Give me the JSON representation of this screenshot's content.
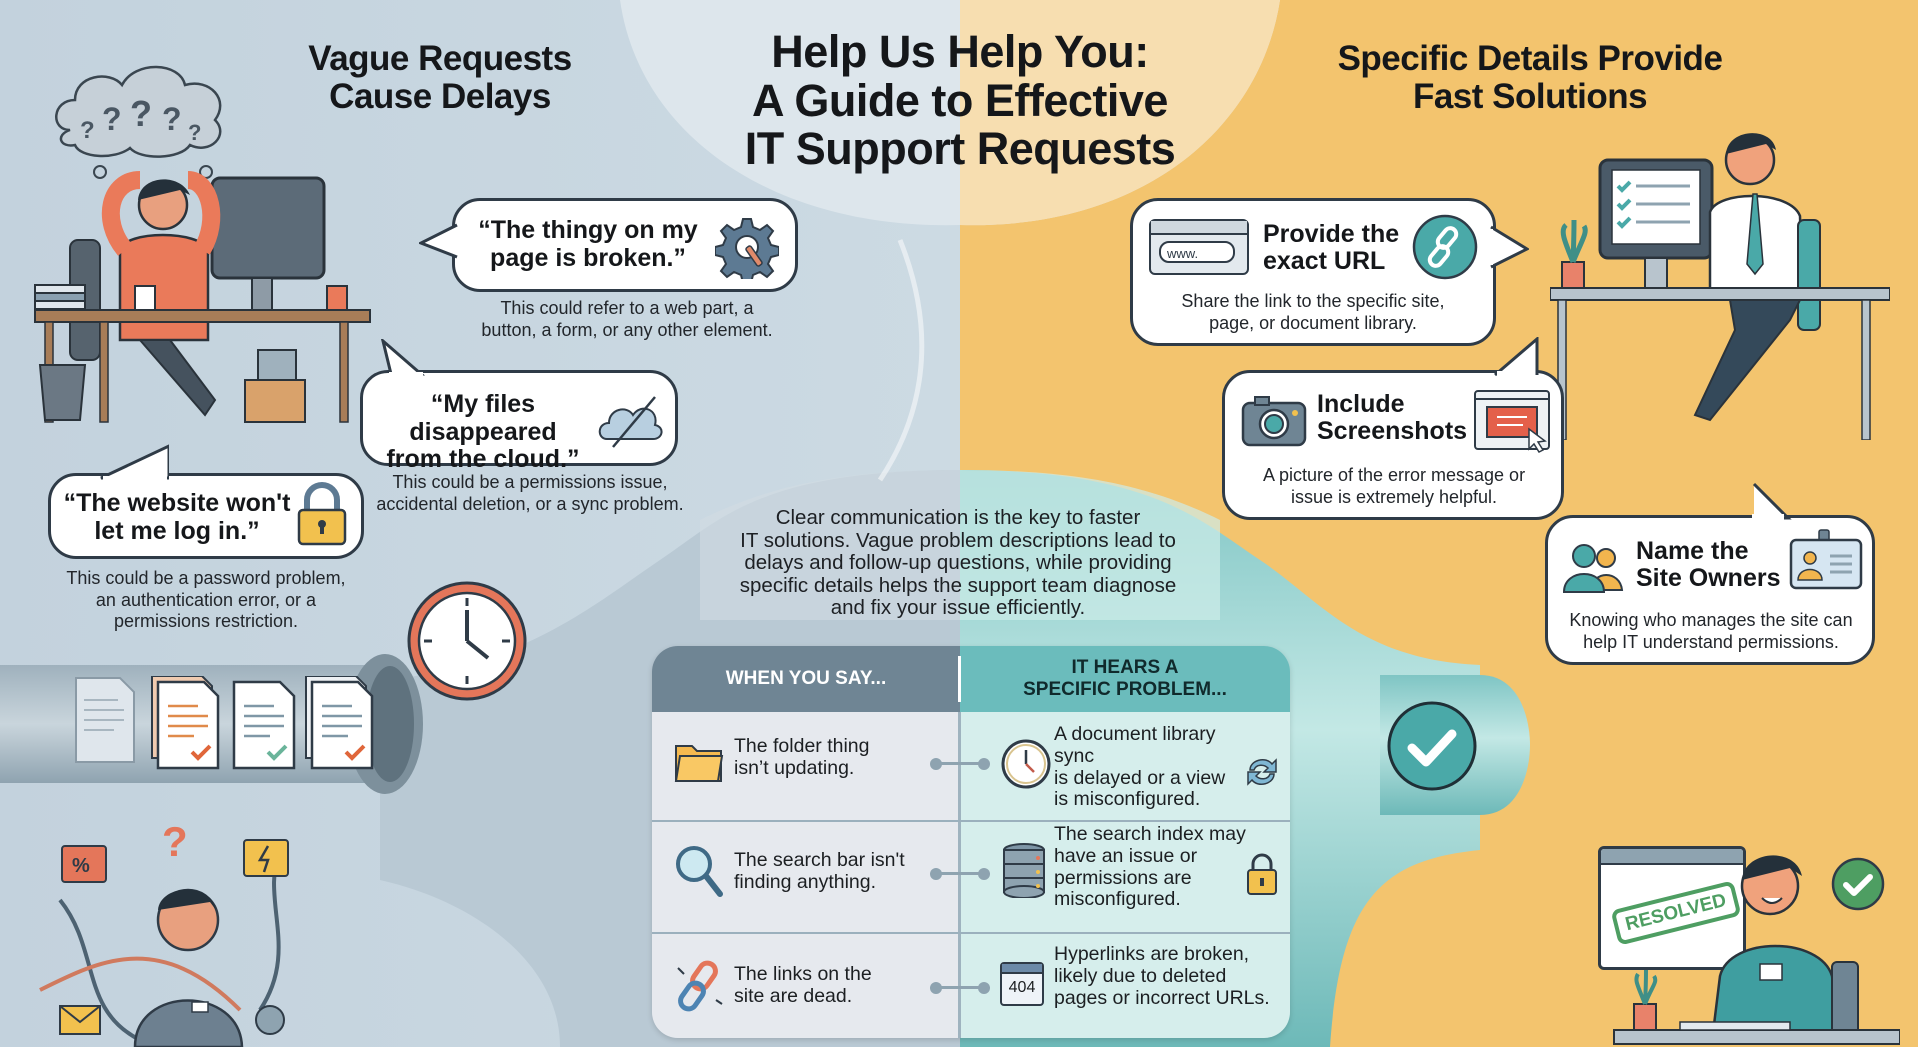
{
  "header": {
    "title_line1": "Help Us Help You:",
    "title_line2": "A Guide to Effective",
    "title_line3": "IT Support Requests"
  },
  "left_section": {
    "heading_line1": "Vague Requests",
    "heading_line2": "Cause Delays",
    "examples": [
      {
        "quote_line1": "“The thingy on my",
        "quote_line2": "page is broken.”",
        "icon": "broken-gear-icon",
        "explanation_line1": "This could refer to a web part, a",
        "explanation_line2": "button, a form, or any other element."
      },
      {
        "quote_line1": "“My files disappeared",
        "quote_line2": "from the cloud.”",
        "icon": "cloud-off-icon",
        "explanation_line1": "This could be a permissions issue,",
        "explanation_line2": "accidental deletion, or a sync problem."
      },
      {
        "quote_line1": "“The website won't",
        "quote_line2": "let me log in.”",
        "icon": "padlock-icon",
        "explanation_line1": "This could be a password problem,",
        "explanation_line2": "an authentication error, or a",
        "explanation_line3": "permissions restriction."
      }
    ]
  },
  "right_section": {
    "heading_line1": "Specific Details Provide",
    "heading_line2": "Fast Solutions",
    "tips": [
      {
        "title_line1": "Provide the",
        "title_line2": "exact URL",
        "browser_text": "www.",
        "icon": "link-icon",
        "description_line1": "Share the link to the specific site,",
        "description_line2": "page, or document library."
      },
      {
        "title_line1": "Include",
        "title_line2": "Screenshots",
        "icon": "camera-icon",
        "description_line1": "A picture of the error message or",
        "description_line2": "issue is extremely helpful."
      },
      {
        "title_line1": "Name the",
        "title_line2": "Site Owners",
        "icon": "users-icon",
        "description_line1": "Knowing who manages the site can",
        "description_line2": "help IT understand permissions."
      }
    ],
    "resolved_stamp": "RESOLVED"
  },
  "intro": {
    "line1": "Clear communication is the key to faster",
    "line2": "IT solutions. Vague problem descriptions lead to",
    "line3": "delays and follow-up questions, while providing",
    "line4": "specific details helps the support team diagnose",
    "line5": "and fix your issue efficiently."
  },
  "comparison_table": {
    "header_left": "WHEN YOU SAY...",
    "header_right_line1": "IT HEARS A",
    "header_right_line2": "SPECIFIC PROBLEM...",
    "rows": [
      {
        "say_icon": "folder-icon",
        "say_line1": "The folder thing",
        "say_line2": "isn’t updating.",
        "hear_icon": "clock-icon",
        "hear_line1": "A document library sync",
        "hear_line2": "is delayed or a view",
        "hear_line3": "is misconfigured.",
        "extra_icon": "sync-arrows-icon"
      },
      {
        "say_icon": "magnifier-icon",
        "say_line1": "The search bar isn't",
        "say_line2": "finding anything.",
        "hear_icon": "database-icon",
        "hear_line1": "The search index may",
        "hear_line2": "have an issue or",
        "hear_line3": "permissions are",
        "hear_line4": "misconfigured.",
        "extra_icon": "padlock-icon"
      },
      {
        "say_icon": "broken-link-icon",
        "say_line1": "The links on the",
        "say_line2": "site are dead.",
        "hear_icon": "error-404-icon",
        "hear_badge": "404",
        "hear_line1": "Hyperlinks are broken,",
        "hear_line2": "likely due to deleted",
        "hear_line3": "pages or incorrect URLs."
      }
    ]
  },
  "colors": {
    "vague_bg": "#c8d6e0",
    "specific_bg": "#f3c46e",
    "teal": "#4aa9a8",
    "table_header_left": "#6f8594",
    "table_header_right": "#6bbcbc",
    "lock_yellow": "#f2c14e",
    "alert_orange": "#e0664a",
    "resolved_green": "#4e9e62"
  }
}
